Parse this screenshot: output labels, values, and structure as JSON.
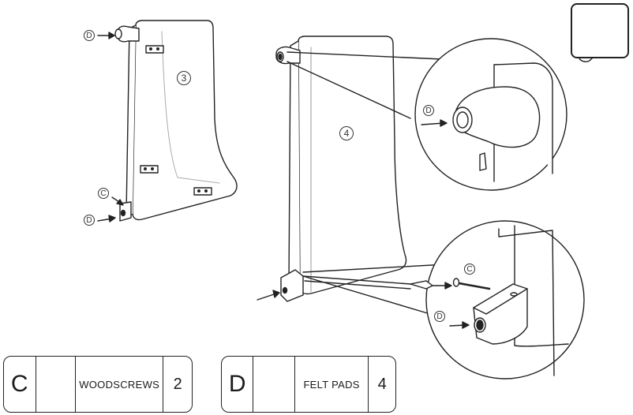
{
  "steps": {
    "step3": "3",
    "step4": "4"
  },
  "callouts": {
    "d": "D",
    "c": "C"
  },
  "tools": {
    "icon": "screwdriver-icon"
  },
  "parts": [
    {
      "letter": "C",
      "icon": "woodscrew-icon",
      "name": "WOODSCREWS",
      "qty": "2"
    },
    {
      "letter": "D",
      "icon": "felt-pad-icon",
      "name": "FELT PADS",
      "qty": "4"
    }
  ]
}
